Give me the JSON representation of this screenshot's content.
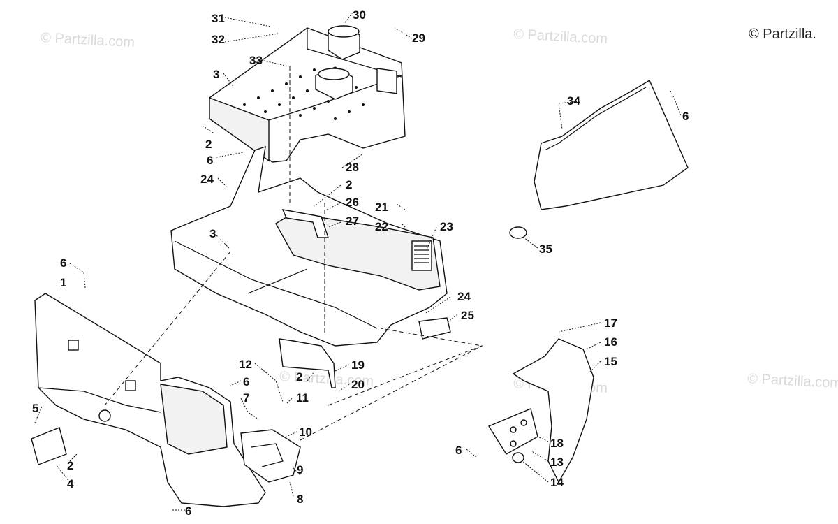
{
  "copyright": "© Partzilla.",
  "watermark": "© Partzilla.com",
  "callouts": {
    "c1": "1",
    "c2a": "2",
    "c2b": "2",
    "c2c": "2",
    "c2d": "2",
    "c3a": "3",
    "c3b": "3",
    "c4": "4",
    "c5": "5",
    "c6a": "6",
    "c6b": "6",
    "c6c": "6",
    "c6d": "6",
    "c6e": "6",
    "c6f": "6",
    "c7": "7",
    "c8": "8",
    "c9": "9",
    "c10": "10",
    "c11": "11",
    "c12": "12",
    "c13": "13",
    "c14": "14",
    "c15": "15",
    "c16": "16",
    "c17": "17",
    "c18": "18",
    "c19": "19",
    "c20": "20",
    "c21": "21",
    "c22": "22",
    "c23": "23",
    "c24a": "24",
    "c24b": "24",
    "c25": "25",
    "c26": "26",
    "c27": "27",
    "c28": "28",
    "c29": "29",
    "c30": "30",
    "c31": "31",
    "c32": "32",
    "c33": "33",
    "c34": "34",
    "c35": "35"
  }
}
